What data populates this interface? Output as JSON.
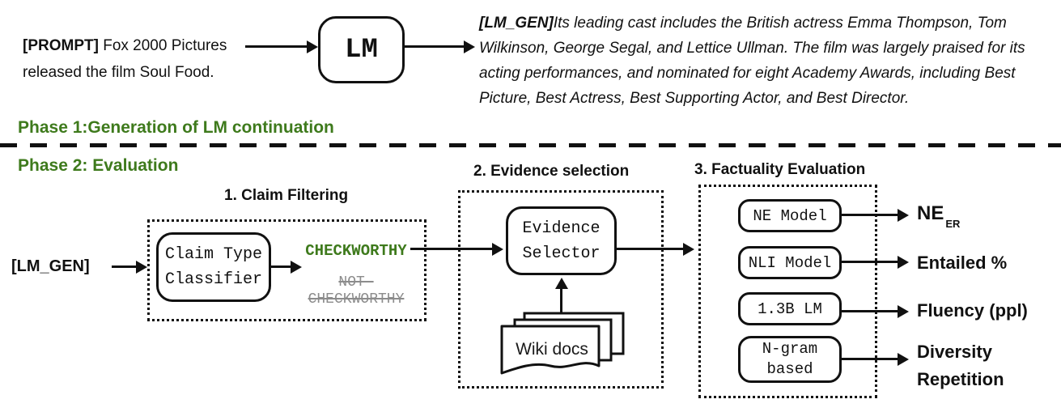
{
  "colors": {
    "accent_green": "#3e7a1c",
    "muted_gray": "#8c8c8c",
    "ink": "#111111"
  },
  "phase1": {
    "label": "Phase 1:Generation of LM continuation",
    "prompt": {
      "prefix": "[PROMPT]",
      "text": " Fox 2000 Pictures released the film Soul Food."
    },
    "lm_box": "LM",
    "lm_gen": {
      "prefix": "[LM_GEN]",
      "text": "Its leading cast includes the British actress Emma Thompson, Tom Wilkinson, George Segal, and Lettice Ullman. The film was largely praised for its acting performances, and nominated for eight Academy Awards, including Best Picture, Best Actress, Best Supporting Actor, and Best Director."
    }
  },
  "phase2": {
    "label": "Phase 2: Evaluation",
    "claim_filtering": {
      "title": "1. Claim Filtering",
      "input": "[LM_GEN]",
      "classifier": "Claim Type\nClassifier",
      "checkworthy": "CHECKWORTHY",
      "not_checkworthy": "NOT-\nCHECKWORTHY"
    },
    "evidence_selection": {
      "title": "2. Evidence selection",
      "selector": "Evidence\nSelector",
      "wiki_docs": "Wiki docs"
    },
    "factuality": {
      "title": "3. Factuality Evaluation",
      "ne_box": "NE Model",
      "ne_out": "NE",
      "ne_out_sub": "ER",
      "nli_box": "NLI Model",
      "nli_out": "Entailed %",
      "lm_box": "1.3B LM",
      "lm_out": "Fluency (ppl)",
      "ngram_box": "N-gram\nbased",
      "ngram_out": "Diversity\nRepetition"
    }
  }
}
